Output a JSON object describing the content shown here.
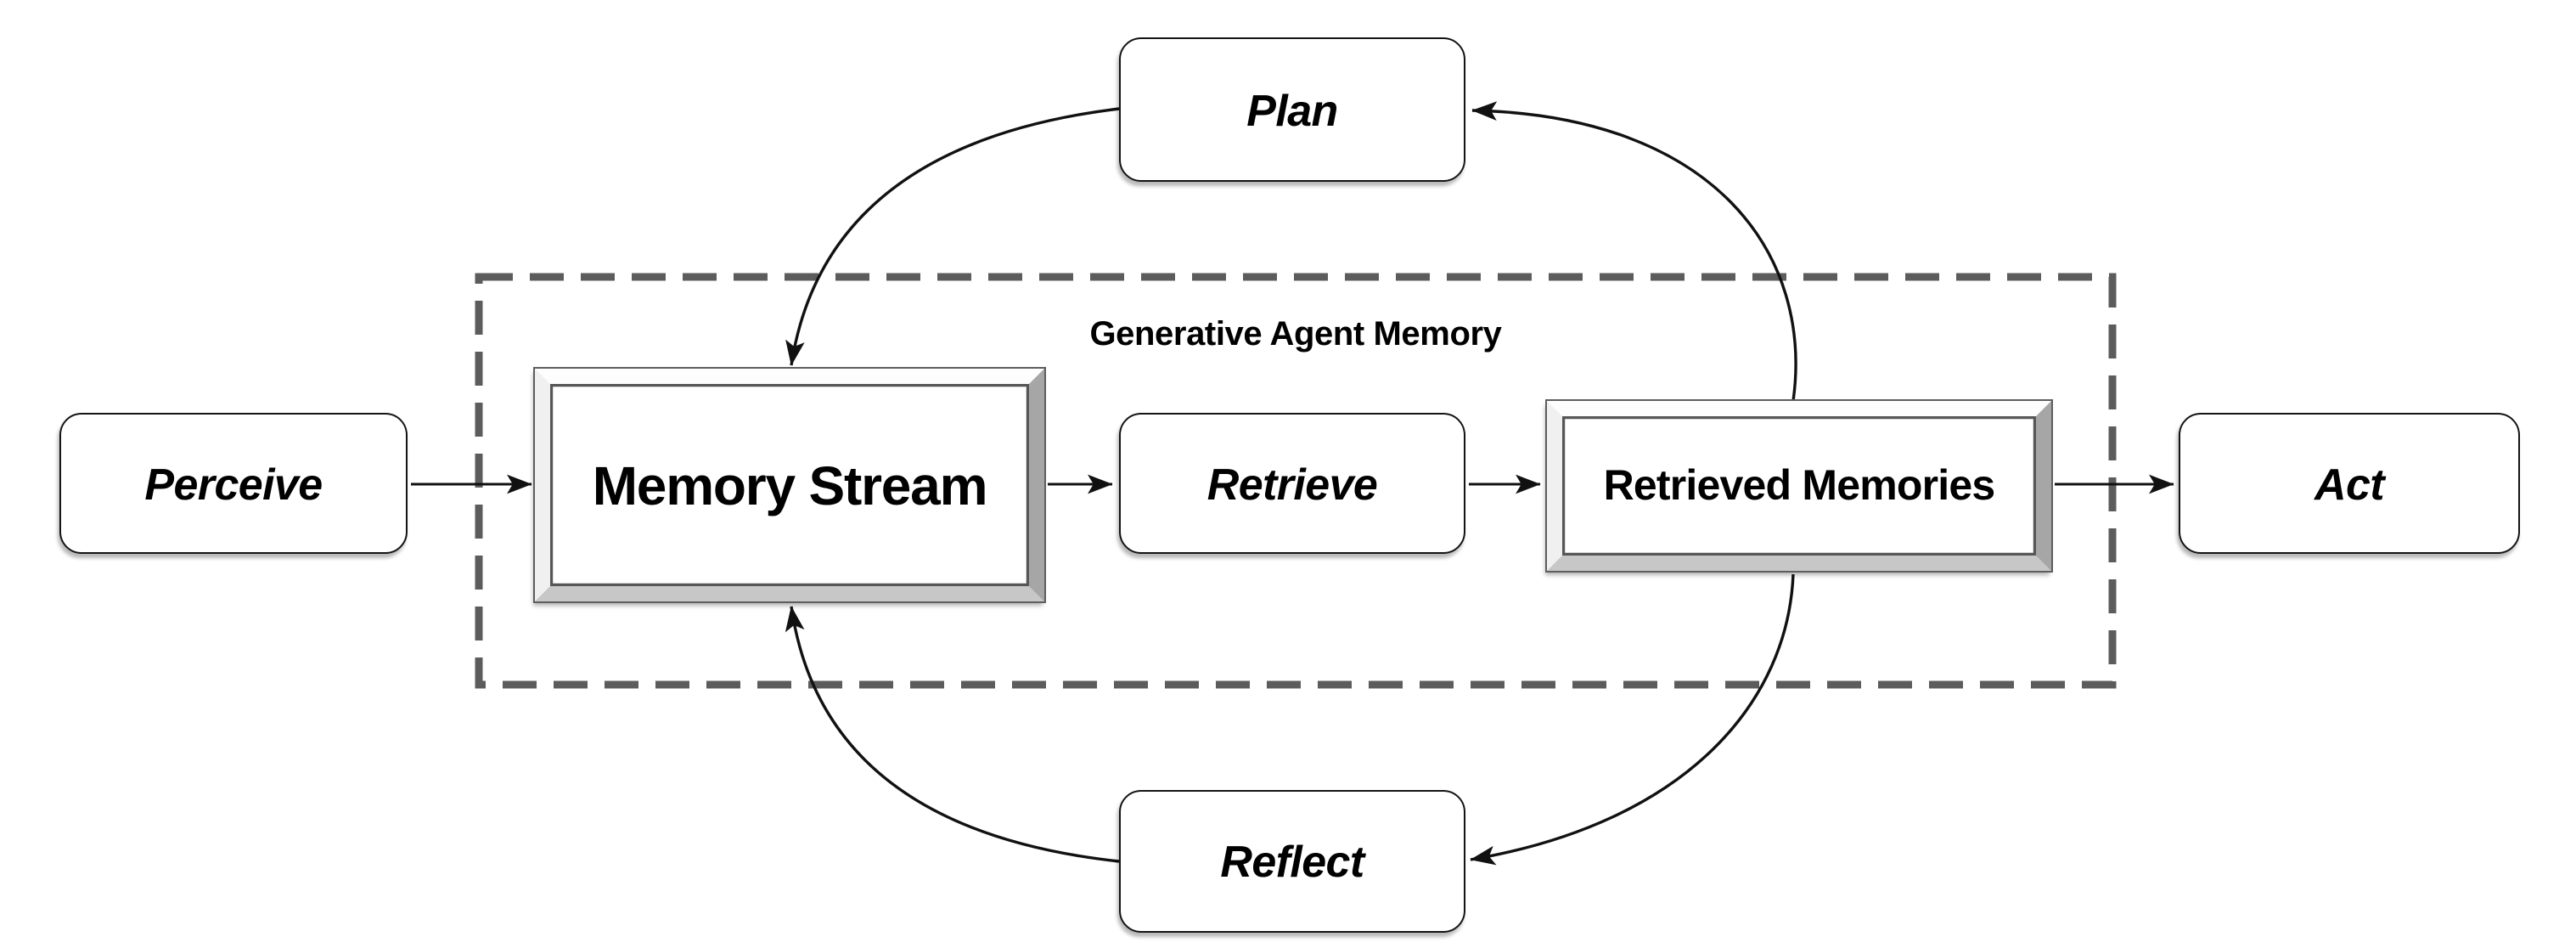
{
  "container": {
    "label": "Generative Agent Memory",
    "style": "dashed-border"
  },
  "nodes": {
    "perceive": {
      "label": "Perceive",
      "shape": "rounded-rect",
      "text_style": "italic"
    },
    "memory_stream": {
      "label": "Memory Stream",
      "shape": "beveled-frame",
      "text_style": "bold"
    },
    "retrieve": {
      "label": "Retrieve",
      "shape": "rounded-rect",
      "text_style": "italic"
    },
    "retrieved_memories": {
      "label": "Retrieved Memories",
      "shape": "beveled-frame",
      "text_style": "bold"
    },
    "act": {
      "label": "Act",
      "shape": "rounded-rect",
      "text_style": "italic"
    },
    "plan": {
      "label": "Plan",
      "shape": "rounded-rect",
      "text_style": "italic"
    },
    "reflect": {
      "label": "Reflect",
      "shape": "rounded-rect",
      "text_style": "italic"
    }
  },
  "edges": [
    {
      "from": "perceive",
      "to": "memory_stream",
      "style": "straight-arrow"
    },
    {
      "from": "memory_stream",
      "to": "retrieve",
      "style": "straight-arrow"
    },
    {
      "from": "retrieve",
      "to": "retrieved_memories",
      "style": "straight-arrow"
    },
    {
      "from": "retrieved_memories",
      "to": "act",
      "style": "straight-arrow"
    },
    {
      "from": "retrieved_memories",
      "to": "plan",
      "style": "curved-arrow"
    },
    {
      "from": "plan",
      "to": "memory_stream",
      "style": "curved-arrow"
    },
    {
      "from": "retrieved_memories",
      "to": "reflect",
      "style": "curved-arrow"
    },
    {
      "from": "reflect",
      "to": "memory_stream",
      "style": "curved-arrow"
    }
  ],
  "colors": {
    "background": "#ffffff",
    "line": "#111111",
    "dashed_border": "#5c5c5c",
    "node_fill": "#ffffff",
    "node_border": "#141414",
    "bevel_light": "#fdfdfd",
    "bevel_mid": "#a6a6a6",
    "bevel_shadow": "#c7c7c7",
    "text": "#000000"
  }
}
